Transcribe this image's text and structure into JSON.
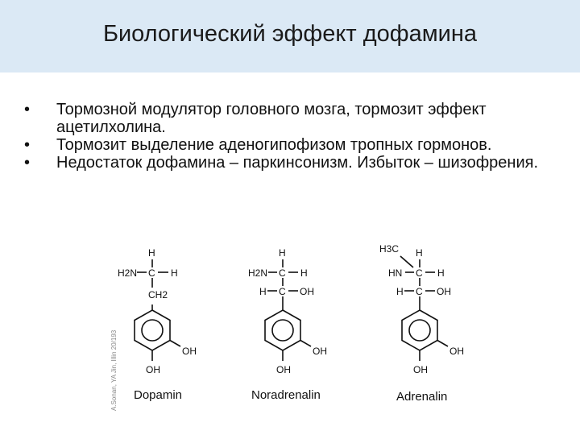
{
  "slide": {
    "title": "Биологический эффект дофамина",
    "bullets": [
      "Тормозной модулятор головного мозга, тормозит эффект ацетилхолина.",
      "Тормозит выделение аденогипофизом тропных гормонов.",
      "Недостаток дофамина – паркинсонизм. Избыток – шизофрения."
    ],
    "bullet_symbol": "•"
  },
  "figure": {
    "credit": "A.Sonan, YA Jin, Illin 20/193",
    "molecules": [
      {
        "name": "Dopamin",
        "top_h": "H",
        "amine": "H2N",
        "carbon": "C",
        "right_h": "H",
        "ch2": "CH2",
        "oh1": "OH",
        "oh2": "OH"
      },
      {
        "name": "Noradrenalin",
        "top_h": "H",
        "amine": "H2N",
        "carbon1": "C",
        "right_h1": "H",
        "left_h2": "H",
        "carbon2": "C",
        "oh_side": "OH",
        "oh1": "OH",
        "oh2": "OH"
      },
      {
        "name": "Adrenalin",
        "methyl": "H3C",
        "top_h": "H",
        "amine": "HN",
        "carbon1": "C",
        "right_h1": "H",
        "left_h2": "H",
        "carbon2": "C",
        "oh_side": "OH",
        "oh1": "OH",
        "oh2": "OH"
      }
    ]
  }
}
